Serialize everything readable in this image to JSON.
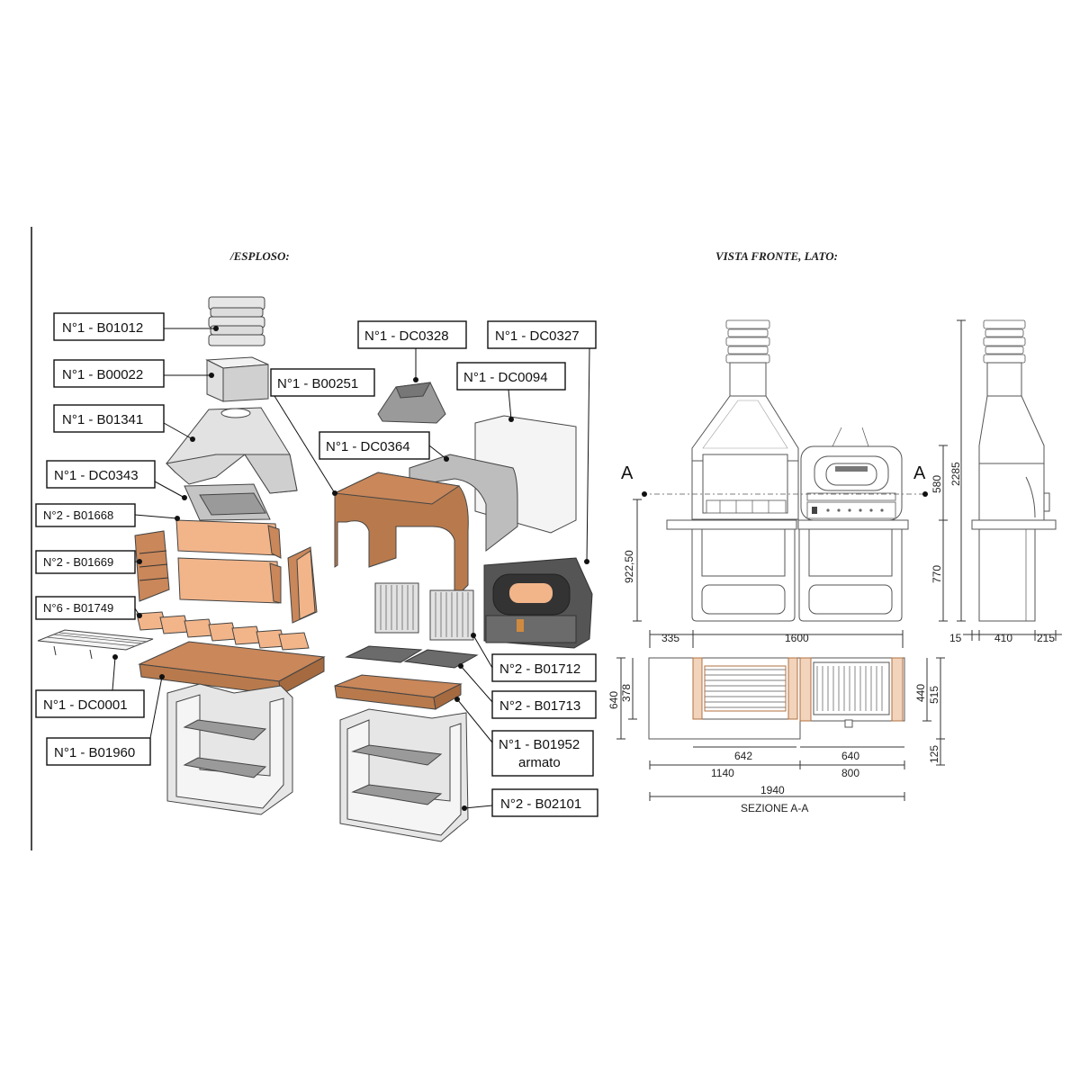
{
  "headings": {
    "exploded": "/ESPLOSO:",
    "views": "VISTA FRONTE, LATO:",
    "section": "SEZIONE  A-A"
  },
  "parts": [
    {
      "id": "p-b01012",
      "label": "N°1 - B01012"
    },
    {
      "id": "p-b00022",
      "label": "N°1 - B00022"
    },
    {
      "id": "p-b01341",
      "label": "N°1 - B01341"
    },
    {
      "id": "p-dc0343",
      "label": "N°1 - DC0343"
    },
    {
      "id": "p-b01668",
      "label": "N°2 - B01668"
    },
    {
      "id": "p-b01669",
      "label": "N°2 - B01669"
    },
    {
      "id": "p-b01749",
      "label": "N°6 - B01749"
    },
    {
      "id": "p-dc0001",
      "label": "N°1 - DC0001"
    },
    {
      "id": "p-b01960",
      "label": "N°1 - B01960"
    },
    {
      "id": "p-dc0328",
      "label": "N°1 - DC0328"
    },
    {
      "id": "p-dc0327",
      "label": "N°1 - DC0327"
    },
    {
      "id": "p-b00251",
      "label": "N°1 - B00251"
    },
    {
      "id": "p-dc0094",
      "label": "N°1 - DC0094"
    },
    {
      "id": "p-dc0364",
      "label": "N°1 - DC0364"
    },
    {
      "id": "p-b01712",
      "label": "N°2 - B01712"
    },
    {
      "id": "p-b01713",
      "label": "N°2 - B01713"
    },
    {
      "id": "p-b01952",
      "label": "N°1 - B01952",
      "sub": "armato"
    },
    {
      "id": "p-b02101",
      "label": "N°2 - B02101"
    }
  ],
  "section_marks": {
    "left": "A",
    "right": "A"
  },
  "dimensions": {
    "front_height_lower": "922,50",
    "front_left_offset": "335",
    "front_width": "1600",
    "side_upper": "580",
    "side_lower": "770",
    "side_total": "2285",
    "side_left": "15",
    "side_depth": "410",
    "side_right": "215",
    "plan_depth": "640",
    "plan_inner": "378",
    "plan_right_inner": "440",
    "plan_right_outer": "515",
    "plan_bottom": "125",
    "plan_grill_width": "642",
    "plan_oven_width": "640",
    "plan_left_total": "1140",
    "plan_right_total": "800",
    "plan_total": "1940"
  },
  "colors": {
    "brick": "#f2b58a",
    "brick_dark": "#c9875a",
    "terracotta": "#b87a4c",
    "concrete": "#d9d9d9",
    "metal": "#6b6b6b"
  }
}
